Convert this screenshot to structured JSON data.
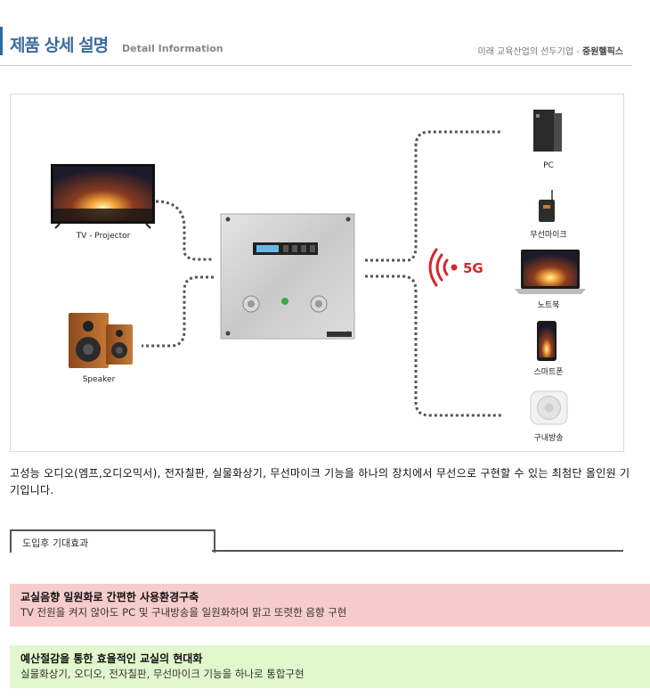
{
  "header": {
    "title_ko": "제품 상세 설명",
    "title_en": "Detail Information",
    "tagline_prefix": "미래 교육산업의 선두기업 - ",
    "tagline_brand": "중원헬픽스"
  },
  "diagram": {
    "tv_label": "TV - Projector",
    "speaker_label": "Speaker",
    "wireless_label": "5G",
    "devices": {
      "pc": "PC",
      "mic": "무선마이크",
      "laptop": "노트북",
      "phone": "스마트폰",
      "pa": "구내방송"
    }
  },
  "description": "고성능 오디오(엠프,오디오믹서), 전자칠판, 실물화상기, 무선마이크 기능을 하나의 장치에서 무선으로 구현할 수 있는 최첨단 올인원 기기입니다.",
  "section": {
    "tab_label": "도입후 기대효과"
  },
  "benefits": [
    {
      "title": "교실음향 일원화로 간편한 사용환경구축",
      "body": "TV 전원을 켜지 않아도 PC 및 구내방송을 일원화하여 맑고 또렷한 음향 구현"
    },
    {
      "title": "예산절감을 통한 효율적인 교실의 현대화",
      "body": "실물화상기, 오디오, 전자칠판, 무선마이크 기능을 하나로 통합구현"
    }
  ],
  "colors": {
    "accent": "#3b6c9e",
    "wireless": "#d9262b",
    "benefit_1_bg": "#f7cccc",
    "benefit_2_bg": "#e1f7cc"
  }
}
